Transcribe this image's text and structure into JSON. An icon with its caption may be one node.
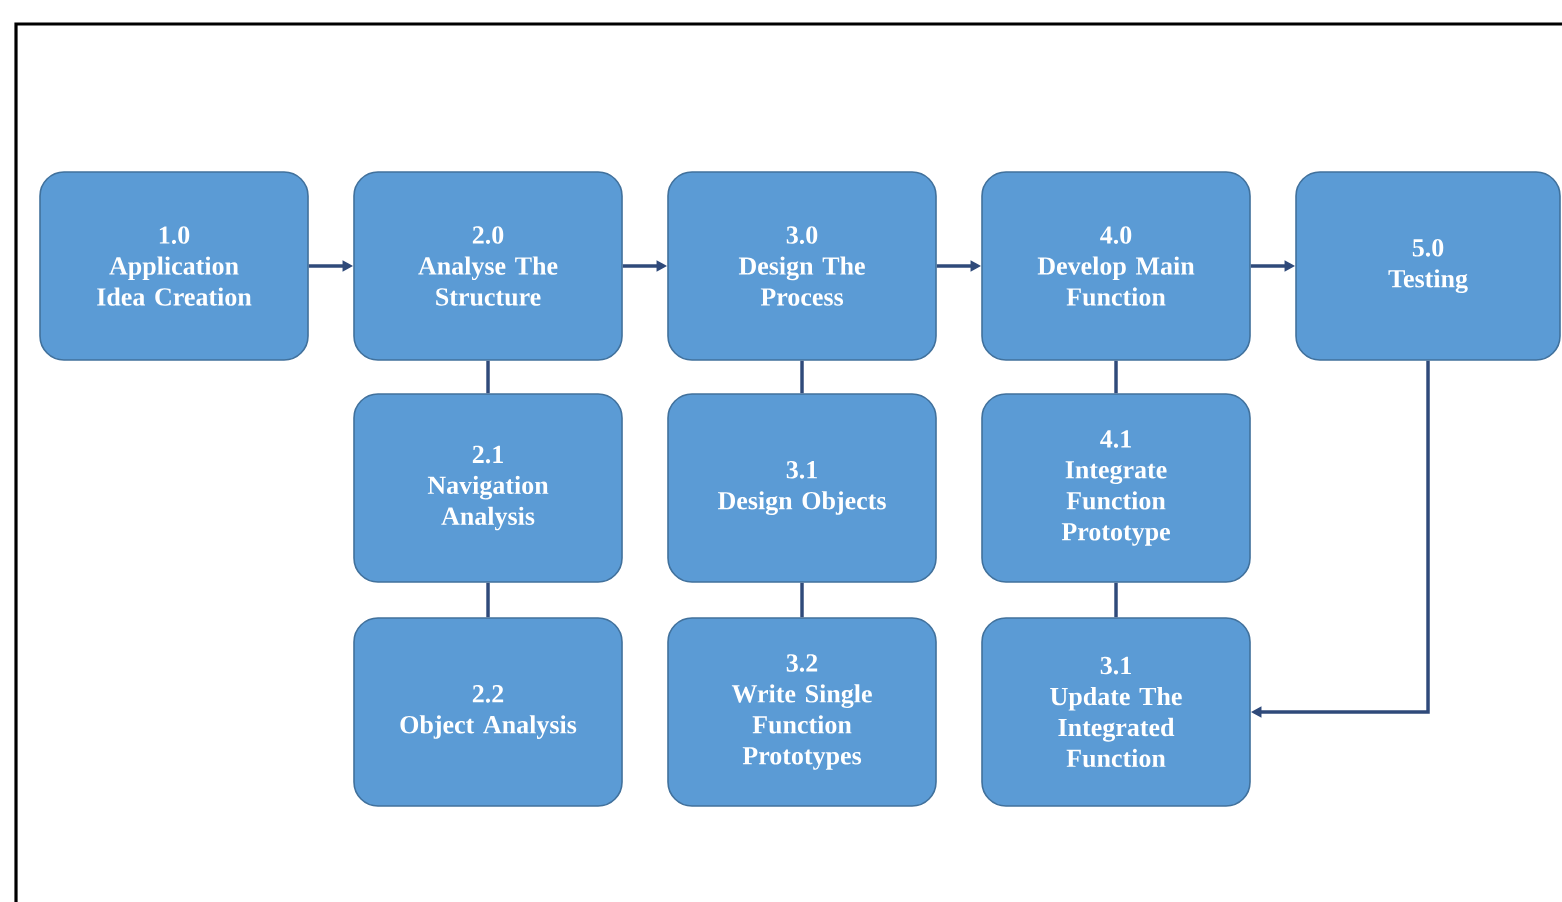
{
  "diagram": {
    "nodes": [
      {
        "text": [
          "1.0",
          "Application Idea Creation"
        ]
      },
      {
        "text": [
          "2.0",
          "Analyse The Structure"
        ]
      },
      {
        "text": [
          "3.0",
          "Design The Process"
        ]
      },
      {
        "text": [
          "4.0",
          "Develop Main Function"
        ]
      },
      {
        "text": [
          "5.0",
          "Testing"
        ]
      },
      {
        "text": [
          "2.1",
          "Navigation Analysis"
        ]
      },
      {
        "text": [
          "3.1",
          "Design Objects"
        ]
      },
      {
        "text": [
          "4.1",
          "Integrate Function Prototype"
        ]
      },
      {
        "text": [
          "2.2",
          "Object Analysis"
        ]
      },
      {
        "text": [
          "3.2",
          "Write Single Function Prototypes"
        ]
      },
      {
        "text": [
          "3.1",
          "Update The Integrated Function"
        ]
      }
    ],
    "edges": [
      {
        "from": 0,
        "to": 1,
        "arrow": "to"
      },
      {
        "from": 1,
        "to": 2,
        "arrow": "to"
      },
      {
        "from": 2,
        "to": 3,
        "arrow": "to"
      },
      {
        "from": 3,
        "to": 4,
        "arrow": "to"
      },
      {
        "from": 1,
        "to": 5,
        "arrow": "none"
      },
      {
        "from": 5,
        "to": 8,
        "arrow": "none"
      },
      {
        "from": 2,
        "to": 6,
        "arrow": "none"
      },
      {
        "from": 6,
        "to": 9,
        "arrow": "none"
      },
      {
        "from": 3,
        "to": 7,
        "arrow": "none"
      },
      {
        "from": 7,
        "to": 10,
        "arrow": "none"
      },
      {
        "from": 4,
        "to": 10,
        "arrow": "to"
      }
    ]
  }
}
